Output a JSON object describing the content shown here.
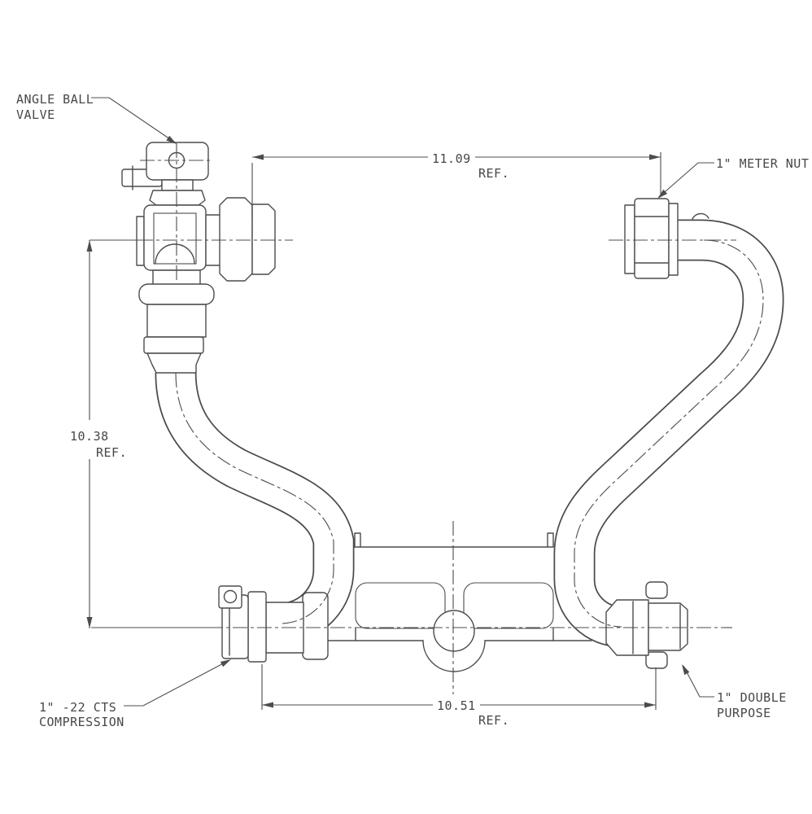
{
  "drawing": {
    "type": "technical-line-drawing",
    "subject": "meter setter pipe assembly, front view",
    "colors": {
      "background": "#ffffff",
      "line": "#4c4c4c",
      "text": "#474747"
    }
  },
  "callouts": {
    "angle_ball_valve": {
      "line1": "ANGLE BALL",
      "line2": "VALVE"
    },
    "meter_nut": {
      "line1": "1\" METER NUT"
    },
    "cts_compression": {
      "line1": "1\" -22 CTS",
      "line2": "COMPRESSION"
    },
    "double_purpose": {
      "line1": "1\" DOUBLE",
      "line2": "PURPOSE"
    }
  },
  "dimensions": {
    "width_top": {
      "value": "11.09",
      "suffix": "REF."
    },
    "height_left": {
      "value": "10.38",
      "suffix": "REF."
    },
    "width_bottom": {
      "value": "10.51",
      "suffix": "REF."
    }
  }
}
